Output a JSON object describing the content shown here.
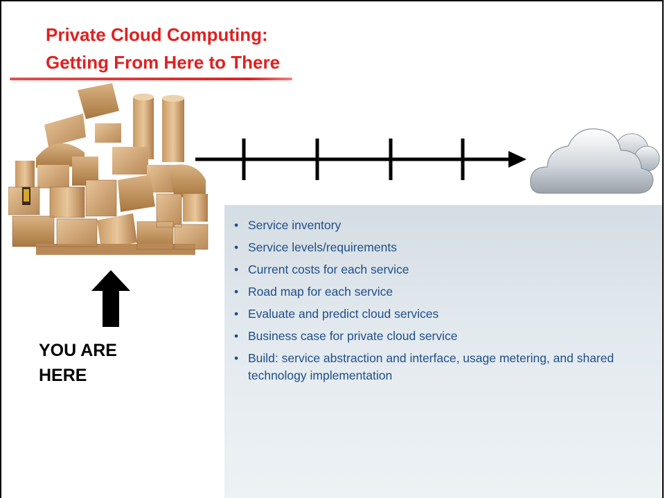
{
  "slide": {
    "title_line1": "Private Cloud Computing:",
    "title_line2": "Getting From Here to There",
    "title_color": "#e02020"
  },
  "you_are_here": {
    "line1": "YOU ARE",
    "line2": "HERE"
  },
  "images": {
    "blocks": "wooden-toy-blocks-image",
    "cloud": "cloud-icon",
    "arrow_up": "up-arrow-icon",
    "timeline": "timeline-arrow"
  },
  "steps": [
    "Service inventory",
    "Service levels/requirements",
    "Current costs for each service",
    "Road map for each service",
    "Evaluate and predict cloud services",
    "Business case for private cloud service",
    "Build: service abstraction and interface, usage metering, and shared technology implementation"
  ],
  "bullet_color": "#1f4d8a"
}
